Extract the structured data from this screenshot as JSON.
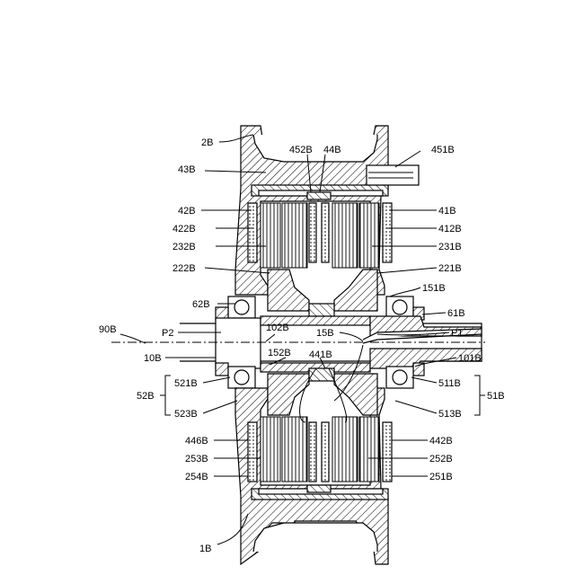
{
  "labels": {
    "l2B": "2B",
    "l452B": "452B",
    "l44B": "44B",
    "l451B": "451B",
    "l43B": "43B",
    "l42B": "42B",
    "l41B": "41B",
    "l422B": "422B",
    "l412B": "412B",
    "l232B": "232B",
    "l231B": "231B",
    "l222B": "222B",
    "l221B": "221B",
    "l151B": "151B",
    "l62B": "62B",
    "l61B": "61B",
    "l90B": "90B",
    "lP2": "P2",
    "l102B": "102B",
    "l15B": "15B",
    "lP1": "P1",
    "l10B": "10B",
    "l152B": "152B",
    "l441B": "441B",
    "l101B": "101B",
    "l521B": "521B",
    "l511B": "511B",
    "l52B": "52B",
    "l51B": "51B",
    "l523B": "523B",
    "l513B": "513B",
    "l446B": "446B",
    "l442B": "442B",
    "l253B": "253B",
    "l252B": "252B",
    "l254B": "254B",
    "l251B": "251B",
    "l1B": "1B"
  }
}
